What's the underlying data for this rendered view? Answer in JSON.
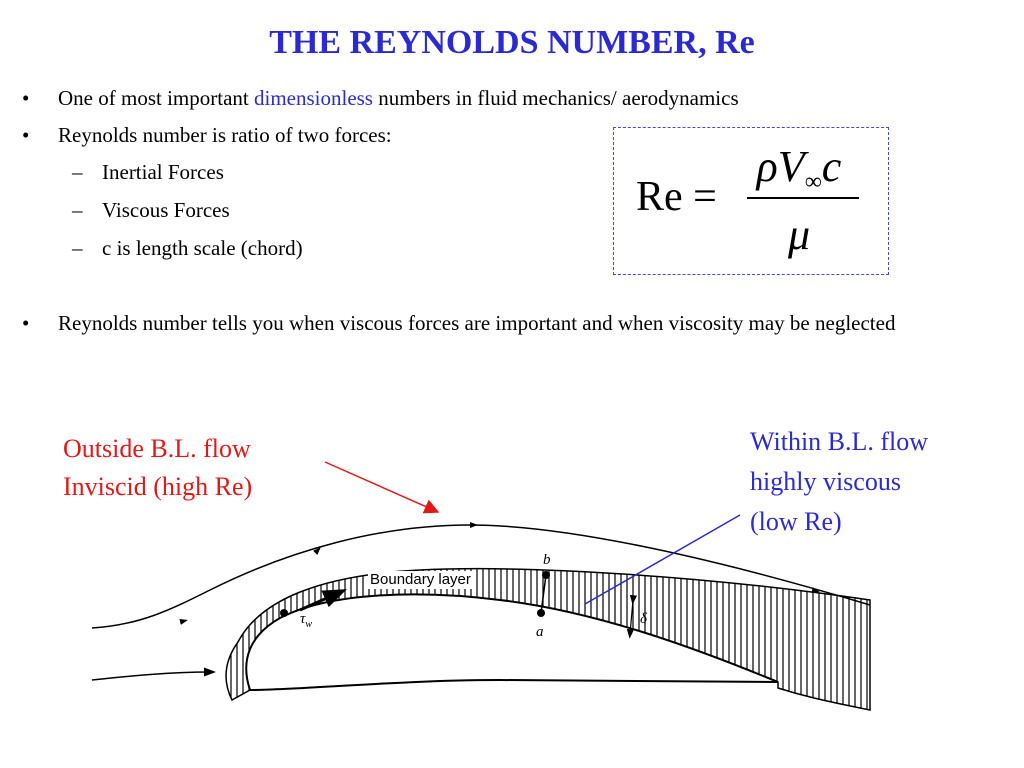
{
  "title": "THE REYNOLDS NUMBER, Re",
  "bullets": [
    {
      "marker": "•",
      "prefix": "One of most important ",
      "highlight": "dimensionless",
      "suffix": " numbers in fluid mechanics/ aerodynamics"
    },
    {
      "marker": "•",
      "text": "Reynolds number is ratio of two forces:"
    },
    {
      "marker": "•",
      "text": "Reynolds number tells you when viscous forces are important and when viscosity may be neglected"
    }
  ],
  "subitems": [
    {
      "marker": "–",
      "text": "Inertial Forces"
    },
    {
      "marker": "–",
      "text": "Viscous Forces"
    },
    {
      "marker": "–",
      "text": "c is length scale (chord)"
    }
  ],
  "equation": {
    "lhs": "Re =",
    "num_rho": "ρ",
    "num_v": "V",
    "num_inf": "∞",
    "num_c": "c",
    "den": "μ"
  },
  "callouts": {
    "outside_line1": "Outside B.L. flow",
    "outside_line2": "Inviscid (high Re)",
    "within_line1": "Within B.L. flow",
    "within_line2": "highly viscous",
    "within_line3": "(low Re)"
  },
  "diagram": {
    "boundary_layer_label": "Boundary layer",
    "point_b": "b",
    "point_a": "a",
    "tau_w": "τ",
    "tau_sub": "w",
    "delta": "δ"
  },
  "colors": {
    "title": "#2a2ad0",
    "highlight": "#2a2ad0",
    "callout_red": "#e01818",
    "callout_blue": "#2a2ad0",
    "eq_border": "#4848d8"
  }
}
